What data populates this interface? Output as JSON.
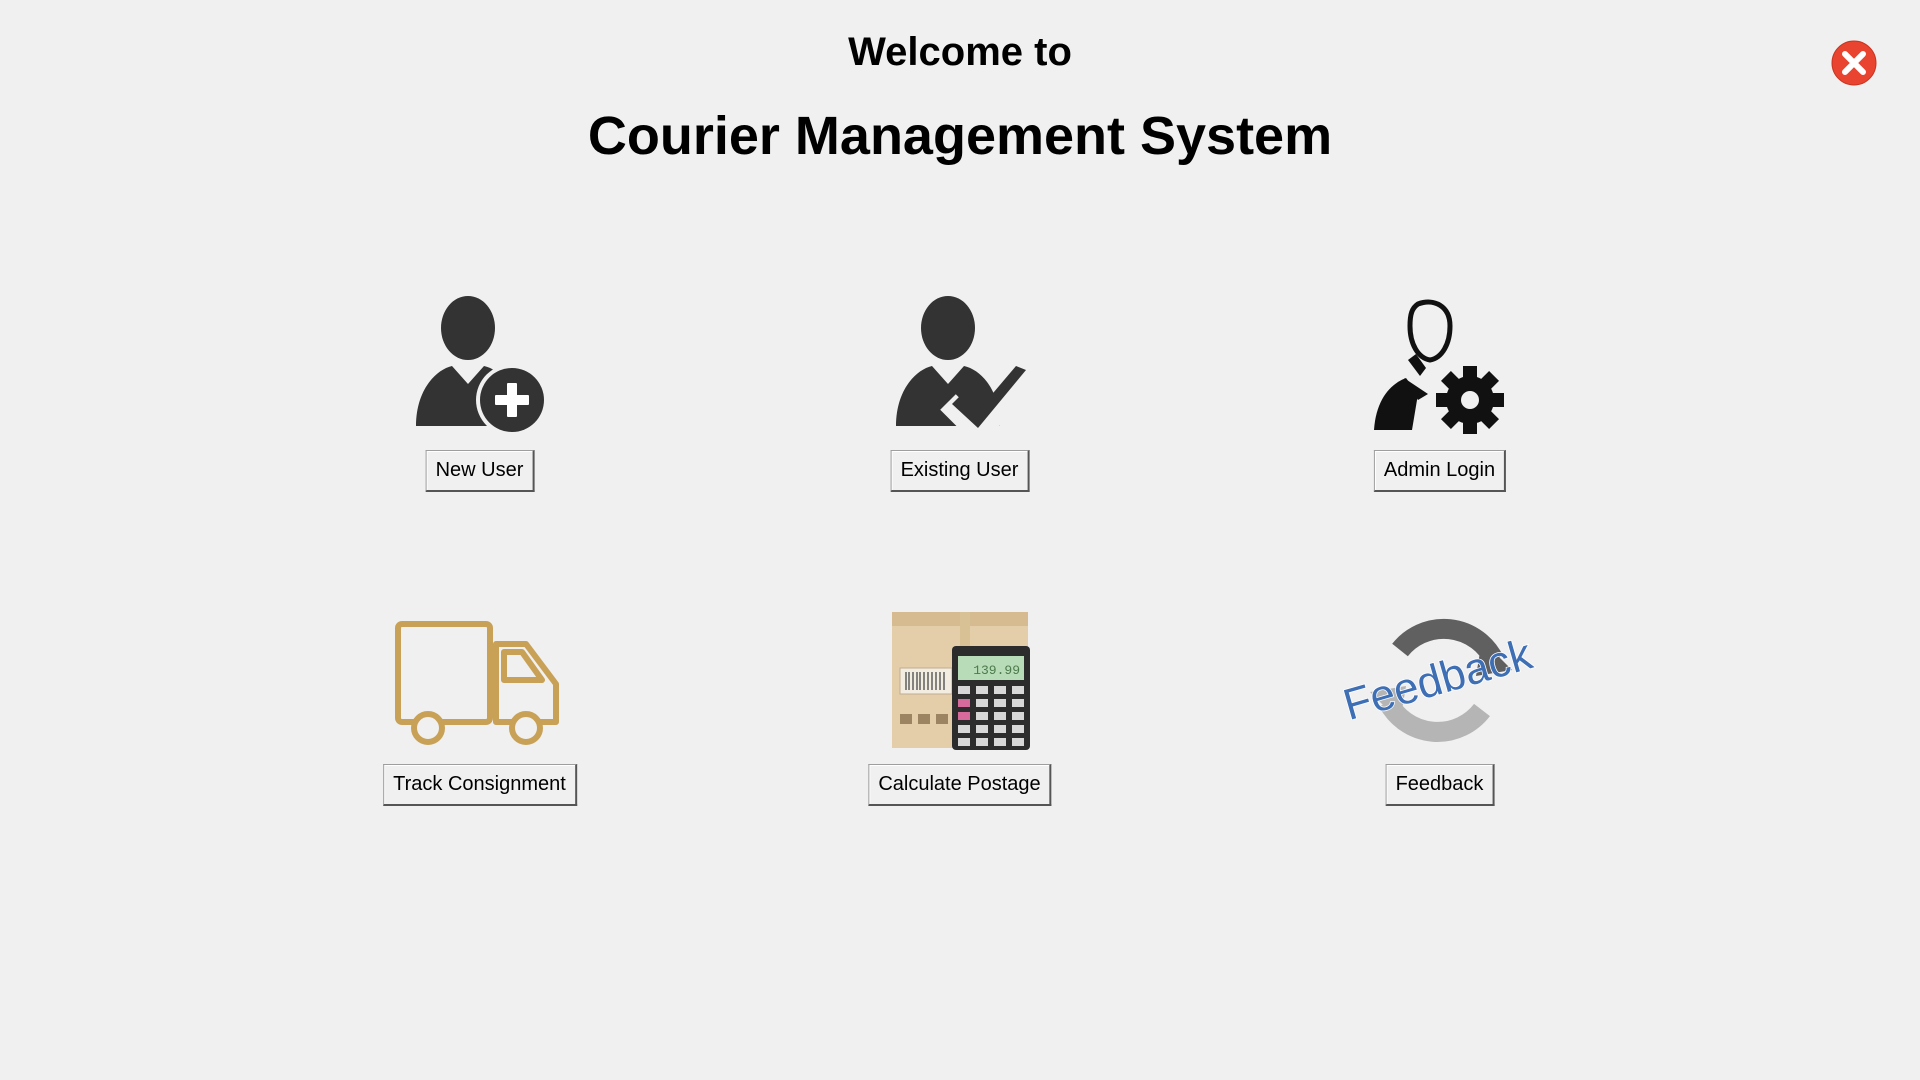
{
  "header": {
    "welcome_text": "Welcome to",
    "title": "Courier Management System"
  },
  "window": {
    "close_icon": "close-icon",
    "close_color": "#e8442f"
  },
  "tiles": [
    {
      "label": "New User",
      "icon": "add-user-icon"
    },
    {
      "label": "Existing User",
      "icon": "verified-user-icon"
    },
    {
      "label": "Admin Login",
      "icon": "admin-settings-icon"
    },
    {
      "label": "Track Consignment",
      "icon": "delivery-truck-icon"
    },
    {
      "label": "Calculate Postage",
      "icon": "postage-calculator-icon",
      "display_value": "139.99"
    },
    {
      "label": "Feedback",
      "icon": "feedback-icon",
      "logo_text": "Feedback"
    }
  ],
  "colors": {
    "background": "#f0f0f0",
    "user_icon": "#333333",
    "truck_icon": "#c8a156",
    "feedback_text": "#3e6fb5"
  }
}
